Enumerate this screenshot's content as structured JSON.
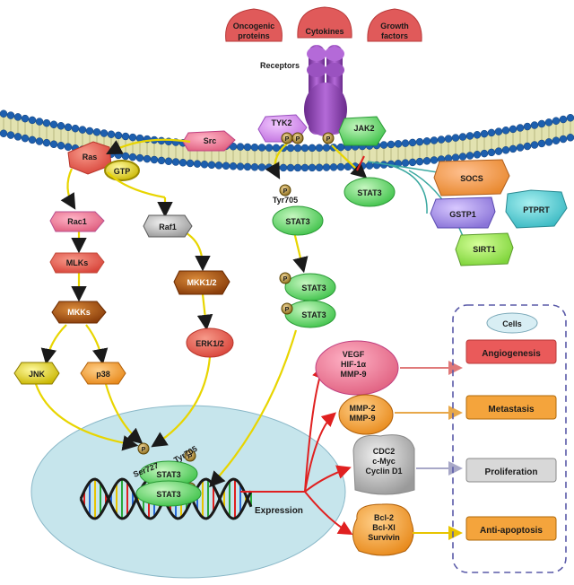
{
  "stimuli": {
    "oncogenic": "Oncogenic\nproteins",
    "cytokines": "Cytokines",
    "growth": "Growth\nfactors"
  },
  "receptors_label": "Receptors",
  "membrane": {
    "tyk2": "TYK2",
    "jak2": "JAK2",
    "src": "Src",
    "ras": "Ras",
    "gtp": "GTP"
  },
  "phospho_label": "P",
  "kinases": {
    "rac1": "Rac1",
    "mlks": "MLKs",
    "mkks": "MKKs",
    "jnk": "JNK",
    "p38": "p38",
    "raf1": "Raf1",
    "mkk12": "MKK1/2",
    "erk12": "ERK1/2"
  },
  "stat3": {
    "label": "STAT3",
    "tyr705": "Tyr705",
    "ser727_nuc": "Ser727",
    "tyr705_nuc": "Tyr705"
  },
  "inhibitors": {
    "socs": "SOCS",
    "gstp1": "GSTP1",
    "ptprt": "PTPRT",
    "sirt1": "SIRT1"
  },
  "expression_label": "Expression",
  "targets": {
    "vegf": "VEGF\nHIF-1α\nMMP-9",
    "mmp": "MMP-2\nMMP-9",
    "cdc2": "CDC2\nc-Myc\nCyclin D1",
    "bcl": "Bcl-2\nBcl-Xl\nSurvivin"
  },
  "cells": {
    "title": "Cells",
    "items": [
      "Angiogenesis",
      "Metastasis",
      "Proliferation",
      "Anti-apoptosis"
    ]
  },
  "colors": {
    "membrane_head": "#1d5fae",
    "membrane_tail": "#e2e2b0",
    "nucleus": "#c6e5ec",
    "receptor": "#8e44b5",
    "stimuli": "#e05a5a",
    "stat3": "#5cd65c",
    "arrow_yellow": "#e8d500",
    "arrow_red": "#e02020"
  }
}
